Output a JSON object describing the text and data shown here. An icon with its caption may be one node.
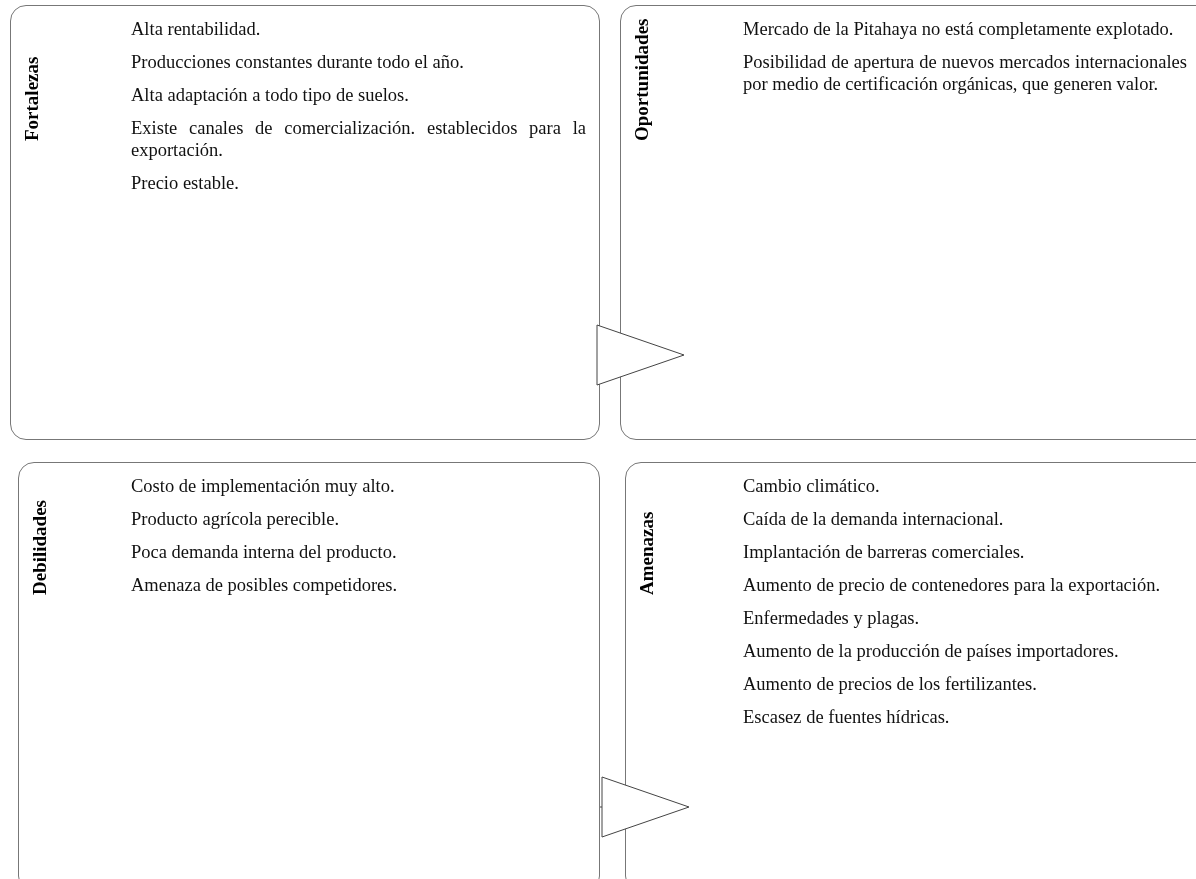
{
  "diagram": {
    "nodes": [
      {
        "text": [
          "Fortalezas",
          "Alta rentabilidad.",
          "Producciones constantes durante todo el año.",
          "Alta adaptación a todo tipo de suelos.",
          "Existe canales de comercialización. establecidos para la exportación.",
          "Precio estable."
        ]
      },
      {
        "text": [
          "Oportunidades",
          "Mercado de la Pitahaya no está completamente explotado.",
          "Posibilidad de apertura de nuevos mercados internacionales por medio de certificación orgánicas, que generen valor."
        ]
      },
      {
        "text": [
          "Debilidades",
          "Costo de implementación muy alto.",
          "Producto agrícola perecible.",
          "Poca demanda interna del producto.",
          "Amenaza de posibles competidores."
        ]
      },
      {
        "text": [
          "Amenazas",
          "Cambio climático.",
          "Caída de la demanda internacional.",
          "Implantación de barreras comerciales.",
          "Aumento de precio de contenedores para la exportación.",
          "Enfermedades y plagas.",
          "Aumento de la producción de países importadores.",
          "Aumento de precios de los fertilizantes.",
          "Escasez de fuentes hídricas."
        ]
      }
    ],
    "edges": [
      {
        "from": 0,
        "to": 1,
        "arrow": "to"
      },
      {
        "from": 2,
        "to": 3,
        "arrow": "to"
      }
    ]
  }
}
